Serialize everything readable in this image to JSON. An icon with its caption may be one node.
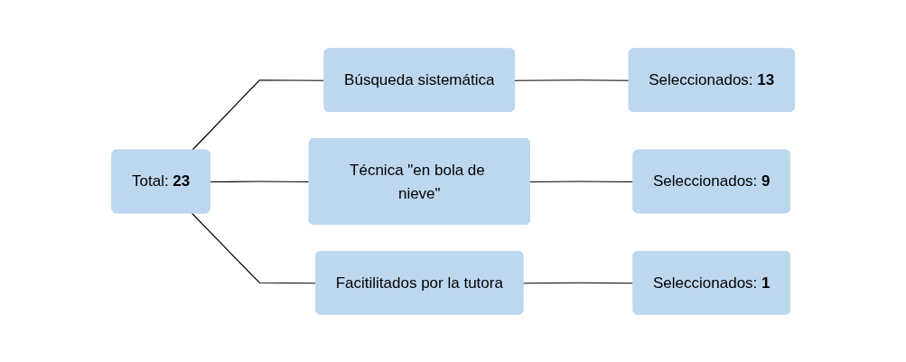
{
  "diagram": {
    "nodes": [
      {
        "text": [
          "Total: **23**"
        ]
      },
      {
        "text": [
          "Búsqueda sistemática"
        ]
      },
      {
        "text": [
          "Técnica \"en bola de nieve\""
        ]
      },
      {
        "text": [
          "Facitilitados por la tutora"
        ]
      },
      {
        "text": [
          "Seleccionados: **13**"
        ]
      },
      {
        "text": [
          "Seleccionados: **9**"
        ]
      },
      {
        "text": [
          "Seleccionados: **1**"
        ]
      }
    ],
    "edges": [
      {
        "from": 0,
        "to": 1,
        "arrow": "none"
      },
      {
        "from": 0,
        "to": 2,
        "arrow": "none"
      },
      {
        "from": 0,
        "to": 3,
        "arrow": "none"
      },
      {
        "from": 1,
        "to": 4,
        "arrow": "none"
      },
      {
        "from": 2,
        "to": 5,
        "arrow": "none"
      },
      {
        "from": 3,
        "to": 6,
        "arrow": "none"
      }
    ]
  }
}
